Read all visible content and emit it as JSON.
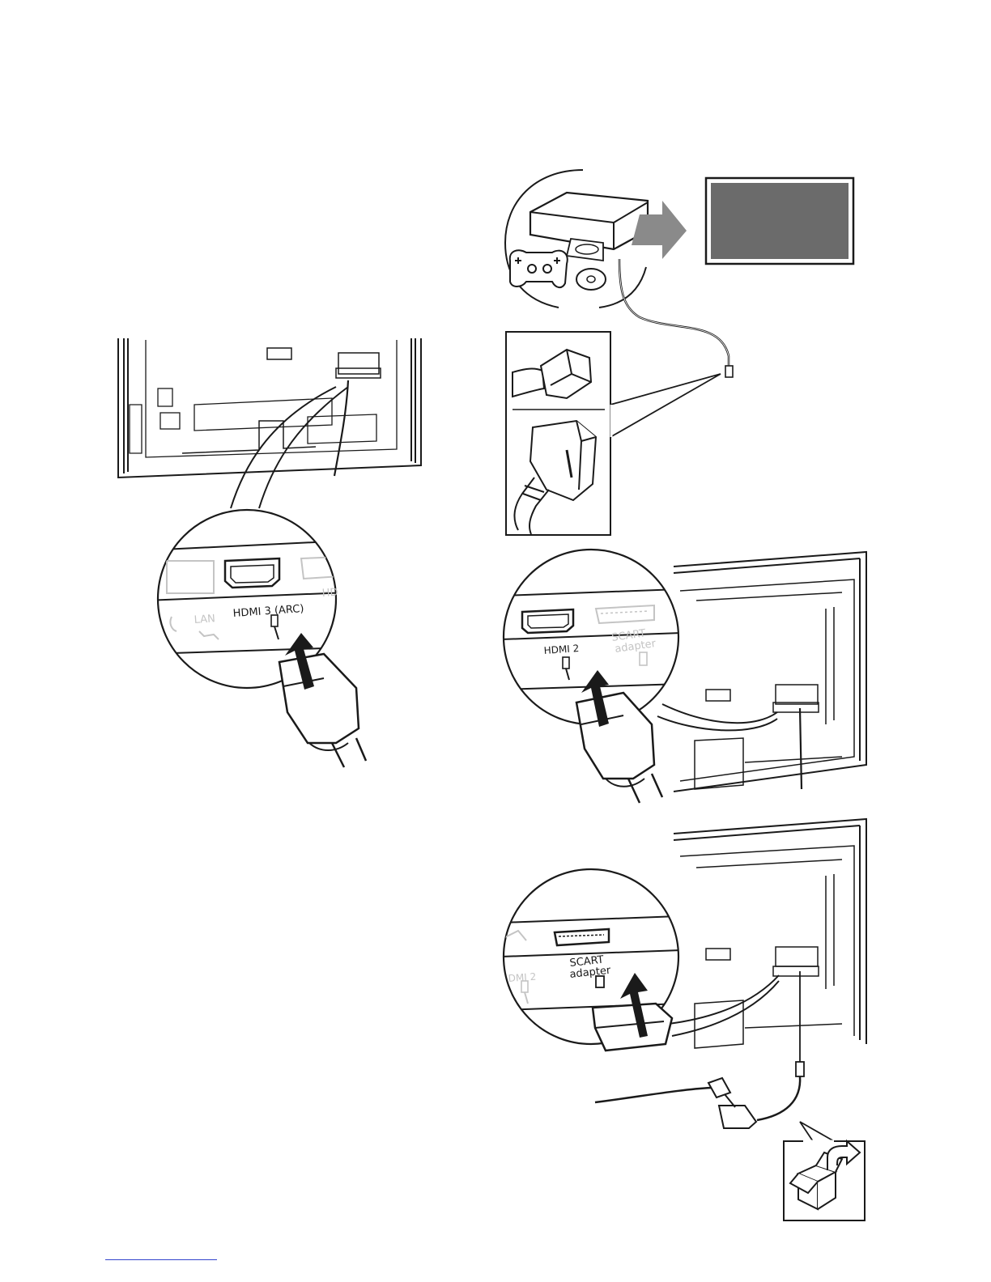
{
  "panels": {
    "hdmi_arc": {
      "port_lan": "LAN",
      "port_hdmi3": "HDMI 3 (ARC)",
      "port_next_partial": "HD"
    },
    "hdmi2": {
      "port_hdmi2": "HDMI 2",
      "port_scart_line1": "SCART",
      "port_scart_line2": "adapter"
    },
    "scart": {
      "port_hdmi2_partial": "DMI 2",
      "port_scart_line1": "SCART",
      "port_scart_line2": "adapter"
    }
  },
  "colors": {
    "line": "#1a1a1a",
    "arrow_gray": "#8a8a8a",
    "panel_gray": "#6b6b6b",
    "faint": "#c4c4c4",
    "page_rule": "#3344cc"
  },
  "icons": [
    "game-controller-icon",
    "disc-icon",
    "media-player-icon",
    "tv-icon",
    "hdmi-plug-icon",
    "scart-plug-icon",
    "accessory-box-icon"
  ]
}
